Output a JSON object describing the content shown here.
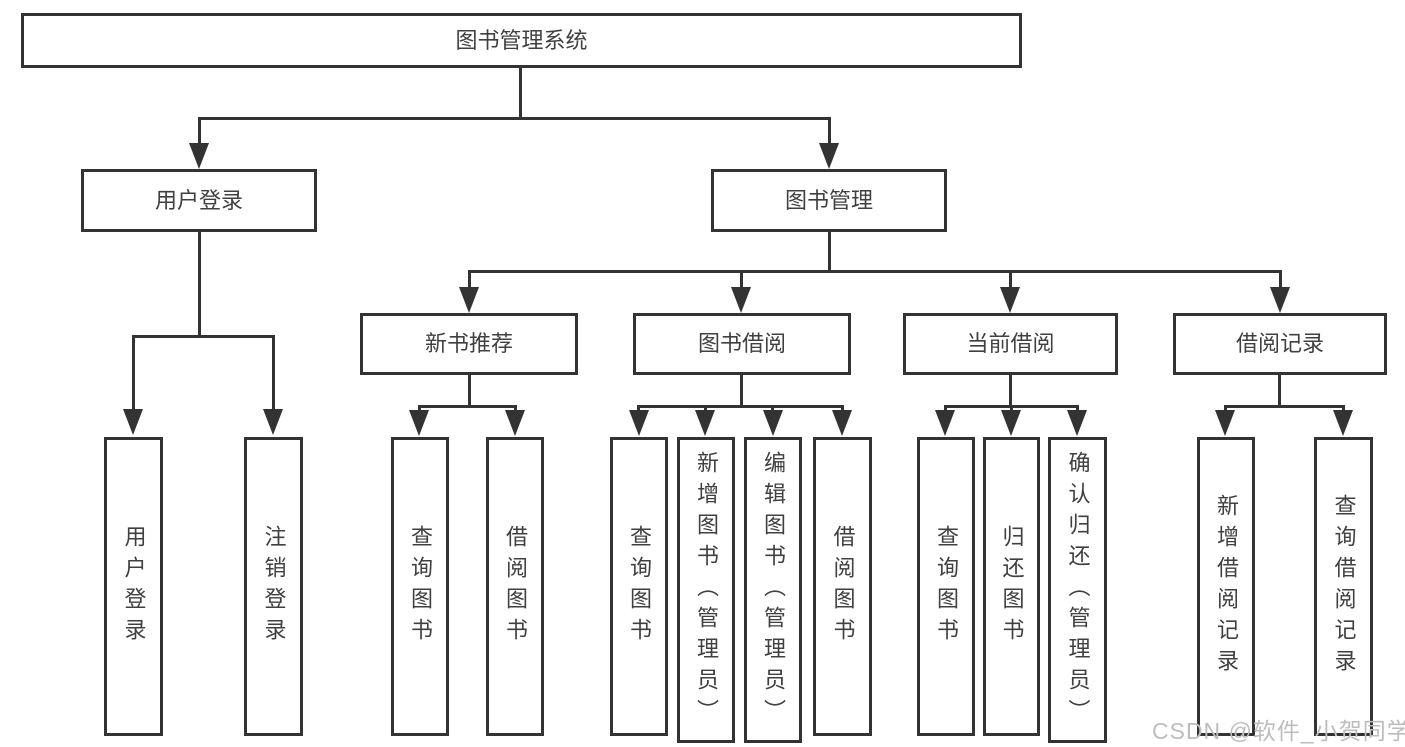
{
  "diagram": {
    "title": "图书管理系统",
    "level2": {
      "user_login": "用户登录",
      "book_management": "图书管理"
    },
    "level3": {
      "new_book_recommend": "新书推荐",
      "book_borrow": "图书借阅",
      "current_borrow": "当前借阅",
      "borrow_record": "借阅记录"
    },
    "leaves": {
      "user_login": "用户登录",
      "logout": "注销登录",
      "nbr_query_book": "查询图书",
      "nbr_borrow_book": "借阅图书",
      "bb_query_book": "查询图书",
      "bb_add_book_admin": "新增图书（管理员）",
      "bb_edit_book_admin": "编辑图书（管理员）",
      "bb_borrow_book": "借阅图书",
      "cb_query_book": "查询图书",
      "cb_return_book": "归还图书",
      "cb_confirm_return_admin": "确认归还（管理员）",
      "br_add_record": "新增借阅记录",
      "br_query_record": "查询借阅记录"
    }
  },
  "watermark": {
    "text": "CSDN @软件_小贺同学"
  },
  "colors": {
    "line": "#333333",
    "text": "#404040",
    "watermark": "#bdbdbd",
    "background": "#ffffff"
  }
}
